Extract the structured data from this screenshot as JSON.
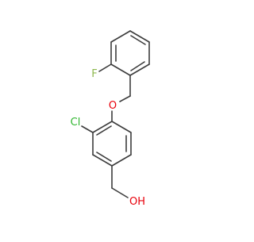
{
  "molecule": {
    "atoms": {
      "fluorine": "F",
      "oxygen_ether": "O",
      "chlorine": "Cl",
      "hydroxyl": "OH"
    },
    "colors": {
      "fluorine": "#8db84d",
      "oxygen": "#e8000b",
      "chlorine": "#2fb62f",
      "bond": "#3c3c3c",
      "background": "#ffffff"
    }
  }
}
